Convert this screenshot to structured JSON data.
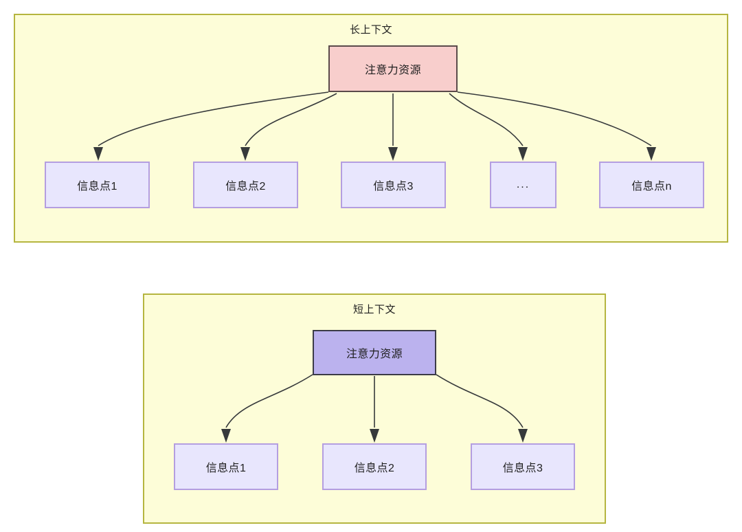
{
  "diagram": {
    "title_long": "长上下文",
    "title_short": "短上下文",
    "colors": {
      "group_fill": "#fdfdd8",
      "group_border": "#b5b53f",
      "root_long_fill": "#f8cecc",
      "root_long_border": "#5a4a4a",
      "root_short_fill": "#bbb2ee",
      "root_short_border": "#3b3b47",
      "info_fill": "#e8e6fd",
      "info_border": "#b49ee0",
      "edge": "#36393b",
      "text": "#1f1f1f"
    },
    "groups": [
      {
        "name": "long-context",
        "title": "长上下文",
        "root": {
          "label": "注意力资源"
        },
        "leaves": [
          {
            "label": "信息点1"
          },
          {
            "label": "信息点2"
          },
          {
            "label": "信息点3"
          },
          {
            "label": "..."
          },
          {
            "label": "信息点n"
          }
        ]
      },
      {
        "name": "short-context",
        "title": "短上下文",
        "root": {
          "label": "注意力资源"
        },
        "leaves": [
          {
            "label": "信息点1"
          },
          {
            "label": "信息点2"
          },
          {
            "label": "信息点3"
          }
        ]
      }
    ]
  }
}
